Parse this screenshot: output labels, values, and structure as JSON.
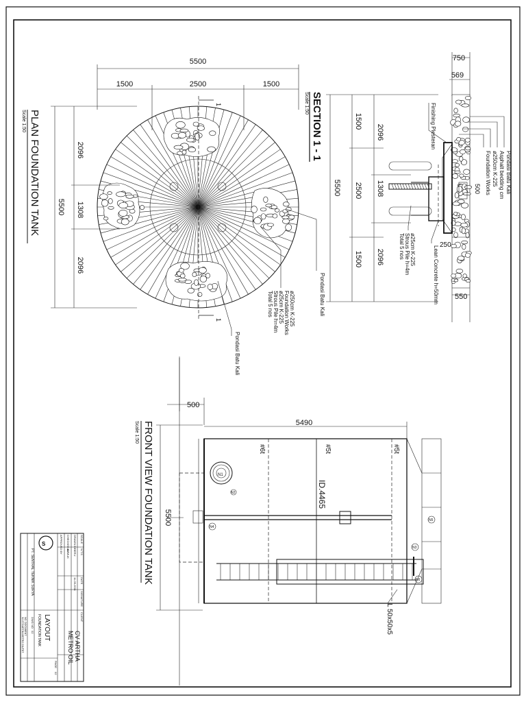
{
  "drawing": {
    "plan_title": "PLAN FOUNDATION TANK",
    "plan_scale": "Scale 1:50",
    "section_title": "SECTION 1 - 1",
    "section_scale": "Scale 1:50",
    "front_title": "FRONT VIEW FOUNDATION TANK",
    "front_scale": "Scale 1:50"
  },
  "plan": {
    "dim_total_h": "5500",
    "dim_left": "1500",
    "dim_mid": "2500",
    "dim_right": "1500",
    "dim_total_v": "5500",
    "dim_v1": "2096",
    "dim_v2": "1308",
    "dim_v3": "2096",
    "section_mark": "1",
    "label_pondasi_right": "Pondasi Batu Kali",
    "label_pile_1": "ø250cm K-225",
    "label_pile_2": "Foundation Works",
    "label_pile_3": "ø25cm K-225",
    "label_pile_4": "Strous Pile h=4m",
    "label_pile_5": "Total 5 nos",
    "label_pondasi_bottom": "Pondasi Batu Kali"
  },
  "section": {
    "dim_750": "750",
    "dim_569": "569",
    "dim_1500a": "1500",
    "dim_2500": "2500",
    "dim_1500b": "1500",
    "dim_5500": "5500",
    "dim_2096a": "2096",
    "dim_1308": "1308",
    "dim_2096b": "2096",
    "dim_500": "500",
    "dim_250": "250",
    "dim_550": "550",
    "label_finishing": "Finishing Plesteran",
    "label_pondasi_1": "Pondasi Batu Kali",
    "label_pondasi_2": "Asphalt bedding cm",
    "label_pondasi_3": "ø250cm K-225",
    "label_pondasi_4": "Foundation Works",
    "label_pile_1": "ø25cm K-225",
    "label_pile_2": "Strous Pile h=4m",
    "label_pile_3": "Total 5 nos",
    "label_lean": "Lean Concrete h=50mm"
  },
  "front": {
    "dim_500": "500",
    "dim_5490": "5490",
    "dim_5500": "5500",
    "label_id": "ID.4465",
    "label_6t": "#6t",
    "label_5t_a": "#5t",
    "label_5t_b": "#5t",
    "label_angle": "L 50x50x5",
    "nozzle_n1": "N1",
    "nozzle_n2": "N2",
    "nozzle_n3": "N3",
    "nozzle_n4": "N4",
    "nozzle_n5": "N5",
    "nozzle_n6": "N6"
  },
  "title_block": {
    "company": "PT. SENTRAL TEKNIK SURYA",
    "drawing_title": "LAYOUT",
    "drawing_subtitle": "FOUNDATION TANK",
    "client_label": "CLIENT",
    "client_name_1": "CV ARTHA",
    "client_name_2": "METRO OIL",
    "scale_label": "SCALE",
    "scale_value": "N.T.S",
    "drawn_label": "DRAWN BY",
    "drawn_value": "HERU",
    "checked_label": "CHECKED BY",
    "checked_value": "ALIMUK",
    "approved_label": "APPROVED BY",
    "approved_value": "",
    "date_label": "DATE",
    "date_value": "11-05-2011",
    "signature_label": "SIGNATURE",
    "dwg_no_label": "DWG NO",
    "dwg_no_value": "02",
    "page_label": "PAGE",
    "page_value": "02",
    "ref_label": "NO. DOCUMENT",
    "ref_value": "02-STS/ARTHA METRO OIL/FDT"
  }
}
